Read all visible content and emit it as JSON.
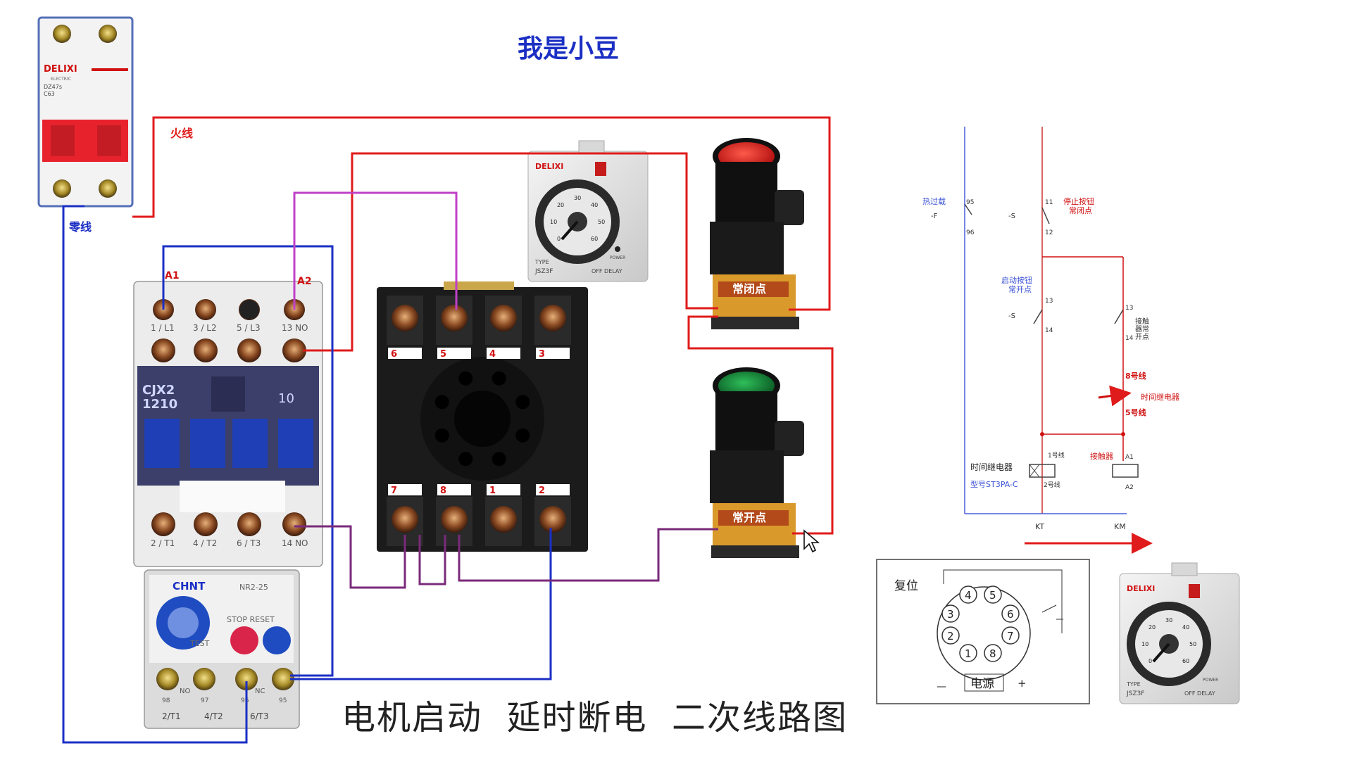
{
  "title": "我是小豆",
  "subtitle": "电机启动  延时断电  二次线路图",
  "wires": {
    "live": "火线",
    "neutral": "零线"
  },
  "breaker": {
    "brand": "DELIXI",
    "brand_sub": "ELECTRIC",
    "model": "DZ47s",
    "rating": "C63"
  },
  "contactor": {
    "model_line1": "CJX2",
    "model_line2": "1210",
    "number": "10",
    "coil_a1": "A1",
    "coil_a2": "A2",
    "top_terminals": [
      "1 / L1",
      "3 / L2",
      "5 / L3",
      "13 NO"
    ],
    "bottom_terminals": [
      "2 / T1",
      "4 / T2",
      "6 / T3",
      "14 NO"
    ]
  },
  "thermal_relay": {
    "brand": "CHNT",
    "model": "NR2-25",
    "stop_reset": "STOP RESET",
    "test": "TEST",
    "aux_labels": [
      "98",
      "97",
      "96",
      "95"
    ],
    "no_label": "NO",
    "nc_label": "NC",
    "terminals": [
      "2/T1",
      "4/T2",
      "6/T3"
    ]
  },
  "timer_relay": {
    "brand": "DELIXI",
    "type_label": "TYPE",
    "model": "JSZ3F",
    "mode": "OFF DELAY",
    "power": "POWER",
    "dial": [
      "0",
      "10",
      "20",
      "30",
      "40",
      "50",
      "60"
    ]
  },
  "socket": {
    "top_pins": [
      "6",
      "5",
      "4",
      "3"
    ],
    "bottom_pins": [
      "7",
      "8",
      "1",
      "2"
    ]
  },
  "buttons": {
    "stop_label": "常闭点",
    "start_label": "常开点"
  },
  "schematic": {
    "thermal": "热过载",
    "thermal_sym": "-F",
    "t95": "95",
    "t96": "96",
    "stop_btn": "停止按钮",
    "stop_nc": "常闭点",
    "s_sym": "-S",
    "t11": "11",
    "t12": "12",
    "start_btn": "启动按钮",
    "start_no": "常开点",
    "t13": "13",
    "t14": "14",
    "contact_l1": "接触",
    "contact_l2": "器常",
    "contact_l3": "开点",
    "c13": "13",
    "c14": "14",
    "wire8": "8号线",
    "wire5": "5号线",
    "timer_relay": "时间继电器",
    "coil_kt": "时间继电器",
    "kt_model": "型号ST3PA-C",
    "wire1": "1号线",
    "wire2": "2号线",
    "contactor": "接触器",
    "a1": "A1",
    "a2": "A2",
    "kt": "KT",
    "km": "KM"
  },
  "pinout": {
    "reset": "复位",
    "power": "电源",
    "minus": "—",
    "plus": "+",
    "pins": [
      "1",
      "2",
      "3",
      "4",
      "5",
      "6",
      "7",
      "8"
    ]
  },
  "colors": {
    "live": "#e01b1b",
    "neutral": "#1b2fc4",
    "violet": "#c040c8",
    "purple": "#7a2a7a",
    "schematic_blue": "#3b52d6",
    "schematic_red": "#d01010"
  }
}
